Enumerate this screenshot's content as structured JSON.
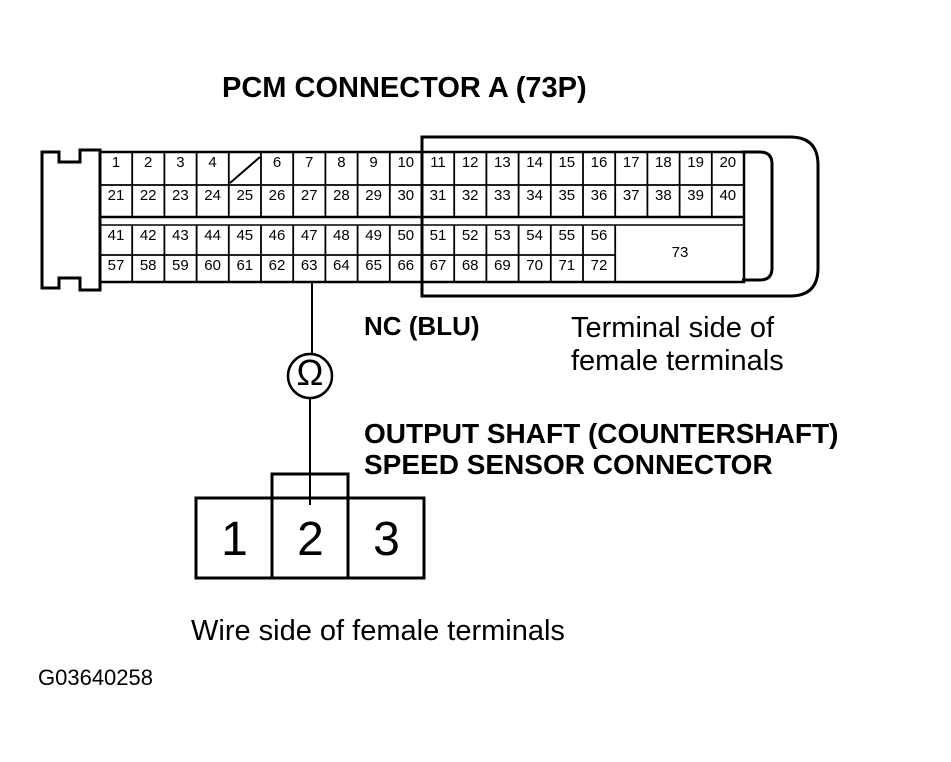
{
  "title": "PCM CONNECTOR A (73P)",
  "pcm_connector": {
    "row1": [
      "1",
      "2",
      "3",
      "4",
      "",
      "6",
      "7",
      "8",
      "9",
      "10",
      "11",
      "12",
      "13",
      "14",
      "15",
      "16",
      "17",
      "18",
      "19",
      "20"
    ],
    "row2": [
      "21",
      "22",
      "23",
      "24",
      "25",
      "26",
      "27",
      "28",
      "29",
      "30",
      "31",
      "32",
      "33",
      "34",
      "35",
      "36",
      "37",
      "38",
      "39",
      "40"
    ],
    "row3": [
      "41",
      "42",
      "43",
      "44",
      "45",
      "46",
      "47",
      "48",
      "49",
      "50",
      "51",
      "52",
      "53",
      "54",
      "55",
      "56"
    ],
    "row4": [
      "57",
      "58",
      "59",
      "60",
      "61",
      "62",
      "63",
      "64",
      "65",
      "66",
      "67",
      "68",
      "69",
      "70",
      "71",
      "72"
    ],
    "large_pin": "73"
  },
  "wire_label": "NC (BLU)",
  "terminal_side_label": [
    "Terminal side of",
    "female terminals"
  ],
  "meter_symbol": "Ω",
  "sensor_label": [
    "OUTPUT SHAFT (COUNTERSHAFT)",
    "SPEED SENSOR CONNECTOR"
  ],
  "sensor_connector": {
    "terminals": [
      "1",
      "2",
      "3"
    ]
  },
  "wire_side_label": "Wire side of female terminals",
  "figure_code": "G03640258"
}
